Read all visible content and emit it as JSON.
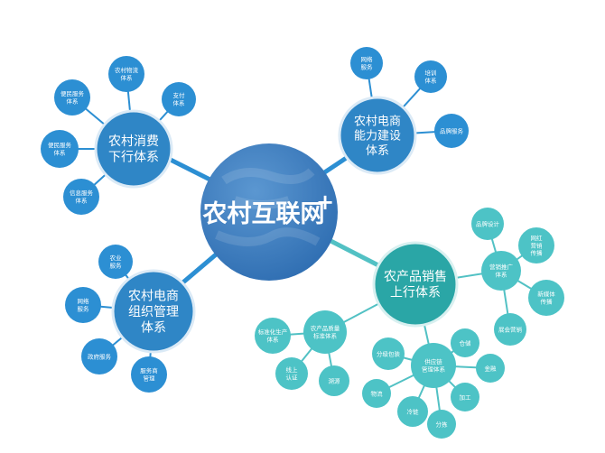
{
  "colors": {
    "center": "#3f7fc0",
    "blue_hub": "#2f86c6",
    "blue_leaf": "#2c8fd3",
    "teal_hub": "#2aa6a6",
    "teal_leaf": "#4dc3c6",
    "blue_line": "#2c8fd3",
    "teal_line": "#52c1c4"
  },
  "center": {
    "title": "农村互联网",
    "plus": "+"
  },
  "branches": {
    "consumption": {
      "label_lines": [
        "农村消费",
        "下行体系"
      ],
      "leaves": [
        {
          "lines": [
            "农村物流",
            "体系"
          ]
        },
        {
          "lines": [
            "便民服务",
            "体系"
          ]
        },
        {
          "lines": [
            "支付",
            "体系"
          ]
        },
        {
          "lines": [
            "便民服务",
            "体系"
          ]
        },
        {
          "lines": [
            "信息服务",
            "体系"
          ]
        }
      ]
    },
    "capacity": {
      "label_lines": [
        "农村电商",
        "能力建设",
        "体系"
      ],
      "leaves": [
        {
          "lines": [
            "网络",
            "服务"
          ]
        },
        {
          "lines": [
            "培训",
            "体系"
          ]
        },
        {
          "lines": [
            "品牌服务"
          ]
        }
      ]
    },
    "organization": {
      "label_lines": [
        "农村电商",
        "组织管理",
        "体系"
      ],
      "leaves": [
        {
          "lines": [
            "农业",
            "服务"
          ]
        },
        {
          "lines": [
            "网络",
            "服务"
          ]
        },
        {
          "lines": [
            "政府服务"
          ]
        },
        {
          "lines": [
            "服务商",
            "管理"
          ]
        }
      ]
    },
    "sales": {
      "label_lines": [
        "农产品销售",
        "上行体系"
      ],
      "sub_marketing": {
        "lines": [
          "营销推广",
          "体系"
        ],
        "leaves": [
          {
            "lines": [
              "品牌设计"
            ]
          },
          {
            "lines": [
              "网红",
              "营销",
              "传播"
            ]
          },
          {
            "lines": [
              "新媒体",
              "传播"
            ]
          },
          {
            "lines": [
              "展会营销"
            ]
          }
        ]
      },
      "sub_quality": {
        "lines": [
          "农产品质量",
          "标准体系"
        ],
        "leaves": [
          {
            "lines": [
              "标准化生产",
              "体系"
            ]
          },
          {
            "lines": [
              "线上",
              "认证"
            ]
          },
          {
            "lines": [
              "溯源"
            ]
          }
        ]
      },
      "sub_supply": {
        "lines": [
          "供应链",
          "管理体系"
        ],
        "leaves": [
          {
            "lines": [
              "仓储"
            ]
          },
          {
            "lines": [
              "分级包装"
            ]
          },
          {
            "lines": [
              "物流"
            ]
          },
          {
            "lines": [
              "冷链"
            ]
          },
          {
            "lines": [
              "分拣"
            ]
          },
          {
            "lines": [
              "加工"
            ]
          },
          {
            "lines": [
              "金融"
            ]
          }
        ]
      }
    }
  }
}
